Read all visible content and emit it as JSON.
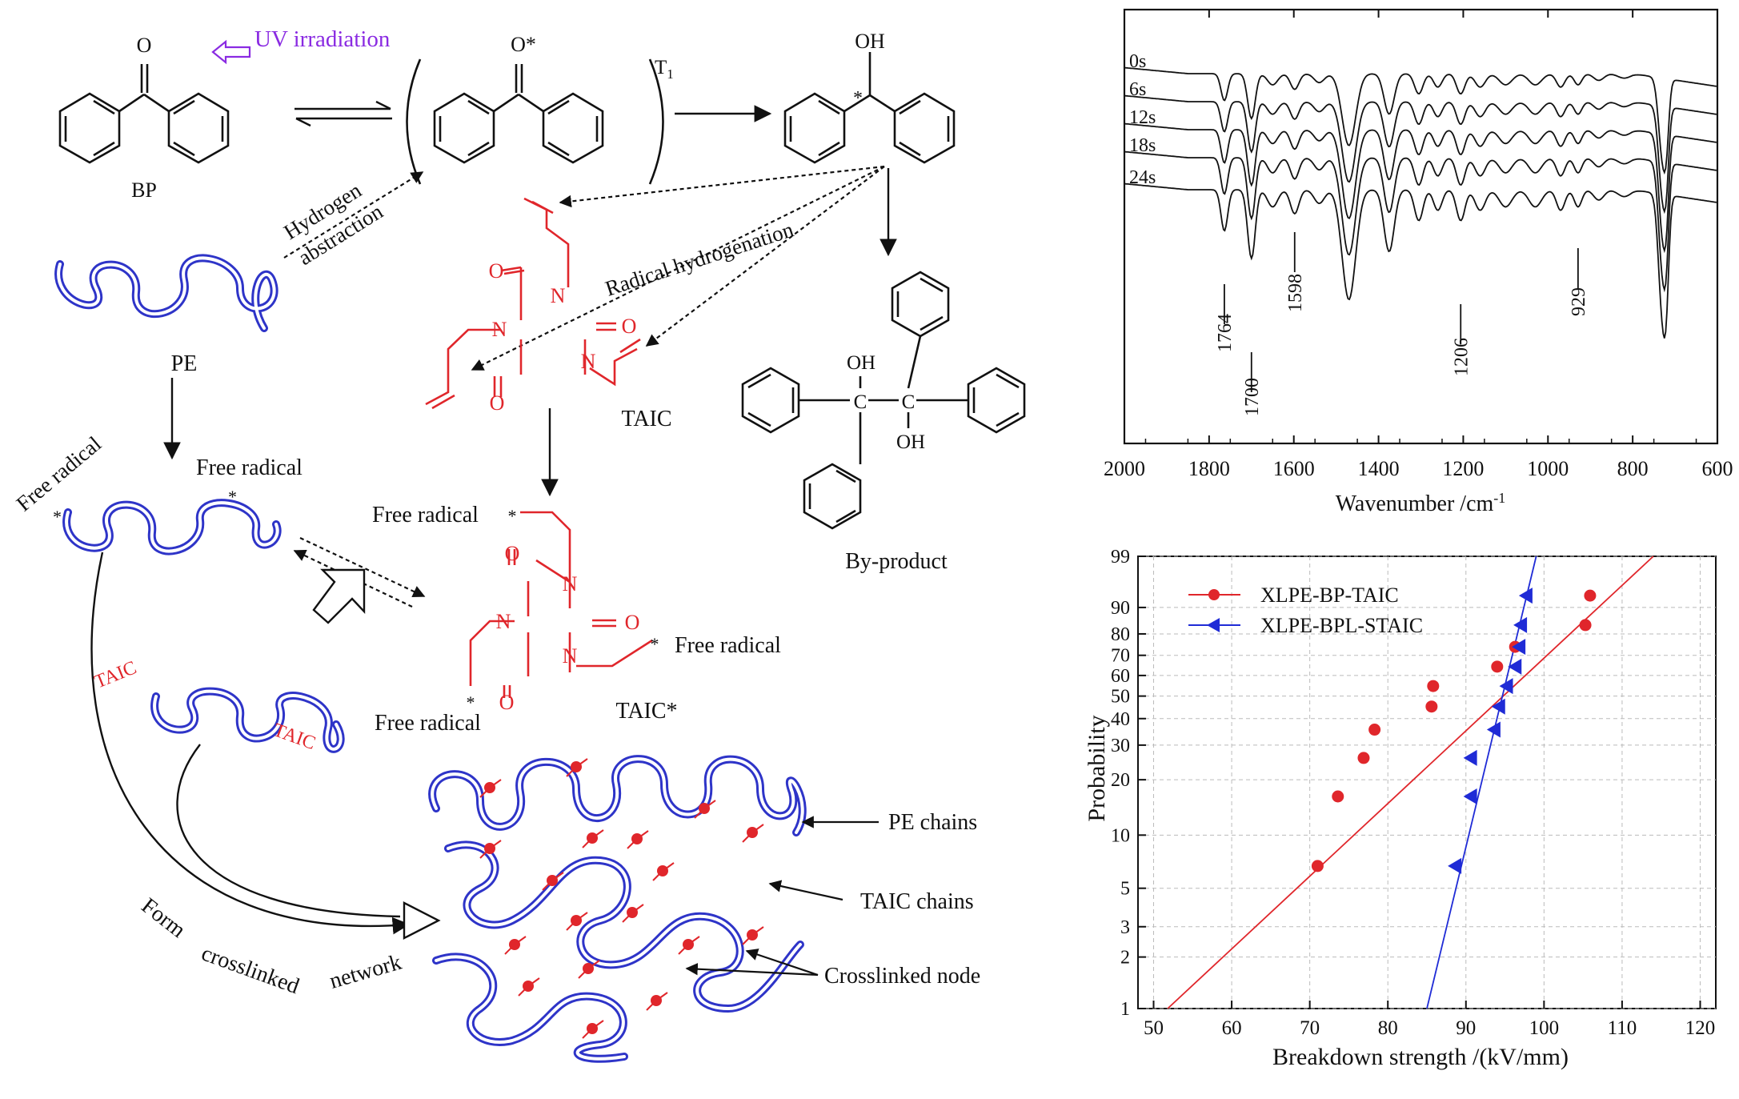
{
  "scheme": {
    "uv_label": "UV irradiation",
    "bp_label": "BP",
    "o_label": "O",
    "o_star_label": "O*",
    "t1_label": "T",
    "t1_sub": "1",
    "oh_label": "OH",
    "star": "*",
    "hydrogen_label": "Hydrogen",
    "abstraction_label": "abstraction",
    "radical_hydrogenation_label": "Radical hydrogenation",
    "pe_label": "PE",
    "taic_label": "TAIC",
    "taic_star_label": "TAIC*",
    "c_label": "C",
    "n_label": "N",
    "free_radical_label": "Free radical",
    "byproduct_label": "By-product",
    "pe_chains_label": "PE chains",
    "taic_chains_label": "TAIC chains",
    "crosslinked_node_label": "Crosslinked node",
    "form_label": "Form",
    "crosslinked_label": "crosslinked",
    "network_label": "network",
    "colors": {
      "pe": "#2e34c8",
      "taic": "#e0262b",
      "uv": "#8a2be2",
      "ink": "#111111"
    }
  },
  "chart_data": [
    {
      "type": "line",
      "title": "",
      "xlabel": "Wavenumber /cm",
      "xlabel_sup": "-1",
      "ylabel": "",
      "xlim": [
        2000,
        600
      ],
      "x_reversed": true,
      "x_ticks": [
        2000,
        1800,
        1600,
        1400,
        1200,
        1000,
        800,
        600
      ],
      "series": [
        {
          "name": "0s"
        },
        {
          "name": "6s"
        },
        {
          "name": "12s"
        },
        {
          "name": "18s"
        },
        {
          "name": "24s"
        }
      ],
      "annotations": [
        {
          "text": "1764",
          "x": 1764
        },
        {
          "text": "1700",
          "x": 1700
        },
        {
          "text": "1598",
          "x": 1598
        },
        {
          "text": "1206",
          "x": 1206
        },
        {
          "text": "929",
          "x": 929
        }
      ]
    },
    {
      "type": "scatter",
      "title": "",
      "xlabel": "Breakdown strength /(kV/mm)",
      "ylabel": "Probability",
      "xlim": [
        48,
        122
      ],
      "y_scale": "weibull",
      "ylim": [
        1,
        99
      ],
      "x_ticks": [
        50,
        60,
        70,
        80,
        90,
        100,
        110,
        120
      ],
      "y_ticks": [
        1,
        2,
        3,
        5,
        10,
        20,
        30,
        40,
        50,
        60,
        70,
        80,
        90,
        99
      ],
      "grid": true,
      "legend": "top-left",
      "series": [
        {
          "name": "XLPE-BP-TAIC",
          "color": "#e0262b",
          "marker": "circle",
          "points": [
            [
              71.0,
              6.7
            ],
            [
              73.6,
              16.3
            ],
            [
              76.9,
              25.9
            ],
            [
              78.3,
              35.6
            ],
            [
              85.6,
              45.2
            ],
            [
              85.8,
              54.8
            ],
            [
              94.0,
              64.4
            ],
            [
              96.3,
              74.1
            ],
            [
              105.3,
              83.7
            ],
            [
              105.9,
              93.3
            ]
          ],
          "fit": [
            [
              51.8,
              1.0
            ],
            [
              114.0,
              99.0
            ]
          ]
        },
        {
          "name": "XLPE-BPL-STAIC",
          "color": "#1f2bd6",
          "marker": "left-triangle",
          "points": [
            [
              88.6,
              6.7
            ],
            [
              90.6,
              16.3
            ],
            [
              90.6,
              25.9
            ],
            [
              93.6,
              35.6
            ],
            [
              94.2,
              45.2
            ],
            [
              95.2,
              54.8
            ],
            [
              96.3,
              64.4
            ],
            [
              96.8,
              74.1
            ],
            [
              97.0,
              83.7
            ],
            [
              97.7,
              93.3
            ]
          ],
          "fit": [
            [
              85.0,
              1.0
            ],
            [
              99.0,
              99.0
            ]
          ]
        }
      ]
    }
  ]
}
